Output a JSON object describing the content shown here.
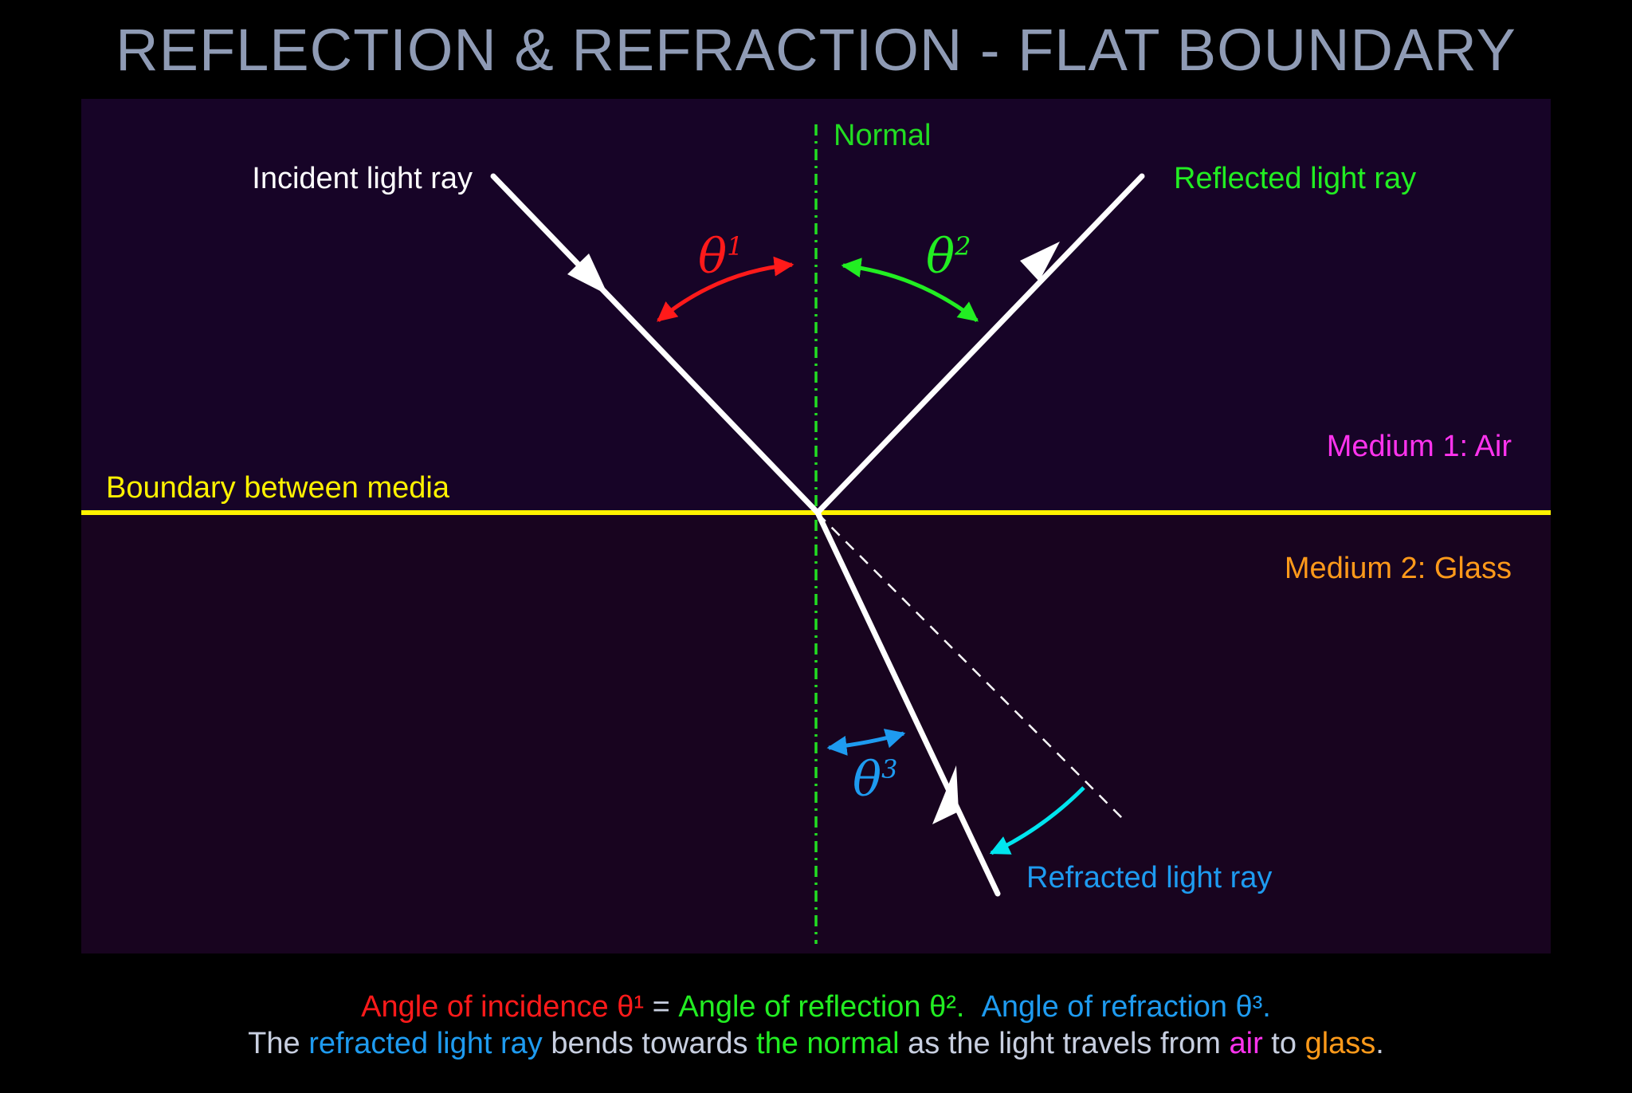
{
  "title": "REFLECTION & REFRACTION - FLAT BOUNDARY",
  "labels": {
    "normal": "Normal",
    "incident": "Incident light ray",
    "reflected": "Reflected light ray",
    "refracted": "Refracted light ray",
    "boundary": "Boundary between media",
    "medium1": "Medium 1: Air",
    "medium2": "Medium 2: Glass"
  },
  "angles": {
    "theta_symbol": "θ",
    "t1_sup": "1",
    "t2_sup": "2",
    "t3_sup": "3"
  },
  "caption": {
    "line1": {
      "incidence": "Angle of incidence θ¹",
      "equals": " = ",
      "reflection": "Angle of reflection θ².",
      "gap": "  ",
      "refraction": "Angle of refraction θ³."
    },
    "line2": {
      "the": "The ",
      "refracted_ray": "refracted light ray",
      "bends": " bends towards ",
      "the_normal": "the normal",
      "travels": " as the light travels from ",
      "air": "air",
      "to": " to ",
      "glass": "glass",
      "period": "."
    }
  },
  "colors": {
    "title": "#8f9bb5",
    "air_bg": "#170427",
    "glass_bg": "#18041f",
    "boundary": "#fff200",
    "normal": "#22dd22",
    "ray": "#ffffff",
    "theta1": "#ff1a1a",
    "theta2": "#22ee22",
    "theta3": "#1e9bf0",
    "deviation_arc": "#00e5ee",
    "medium1": "#ff33ee",
    "medium2": "#ff9a1a",
    "caption_text": "#c8cfe0"
  }
}
